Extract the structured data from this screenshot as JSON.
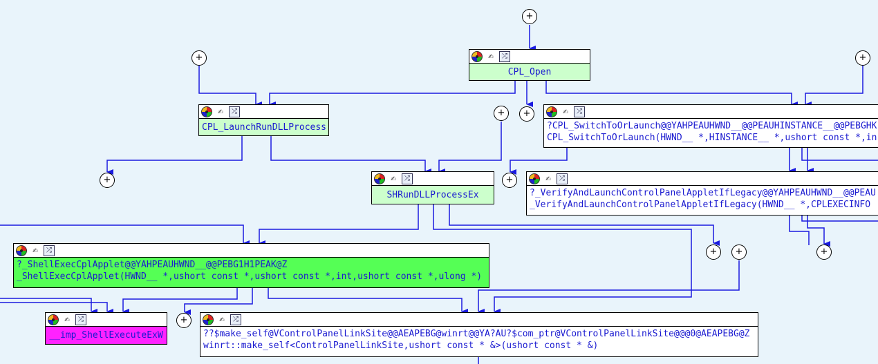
{
  "colors": {
    "background": "#e9f4fb",
    "edge": "#1a1ae0",
    "node_green_light": "#ccffcc",
    "node_green_bright": "#55ff55",
    "node_magenta": "#ff22ff",
    "node_text": "#1a1ad0"
  },
  "icons": [
    "color-palette-icon",
    "rename-icon",
    "graph-icon"
  ],
  "expand_symbol": "+",
  "nodes": {
    "cpl_open": {
      "lines": [
        "CPL_Open"
      ]
    },
    "launch_rundll": {
      "lines": [
        "CPL_LaunchRunDLLProcess"
      ]
    },
    "switch_or_launch": {
      "lines": [
        "?CPL_SwitchToOrLaunch@@YAHPEAUHWND__@@PEAUHINSTANCE__@@PEBGHK",
        "CPL_SwitchToOrLaunch(HWND__ *,HINSTANCE__ *,ushort const *,in"
      ]
    },
    "shrundll": {
      "lines": [
        "SHRunDLLProcessEx"
      ]
    },
    "verify_launch": {
      "lines": [
        "?_VerifyAndLaunchControlPanelAppletIfLegacy@@YAHPEAUHWND__@@PEAU",
        "_VerifyAndLaunchControlPanelAppletIfLegacy(HWND__ *,CPLEXECINFO"
      ]
    },
    "shell_exec_cpl": {
      "lines": [
        "?_ShellExecCplApplet@@YAHPEAUHWND__@@PEBG1H1PEAK@Z",
        "_ShellExecCplApplet(HWND__ *,ushort const *,ushort const *,int,ushort const *,ulong *)"
      ]
    },
    "imp_shellexec": {
      "lines": [
        "__imp_ShellExecuteExW"
      ]
    },
    "make_self": {
      "lines": [
        "??$make_self@VControlPanelLinkSite@@AEAPEBG@winrt@@YA?AU?$com_ptr@VControlPanelLinkSite@@@0@AEAPEBG@Z",
        "winrt::make_self<ControlPanelLinkSite,ushort const * &>(ushort const * &)"
      ]
    }
  }
}
